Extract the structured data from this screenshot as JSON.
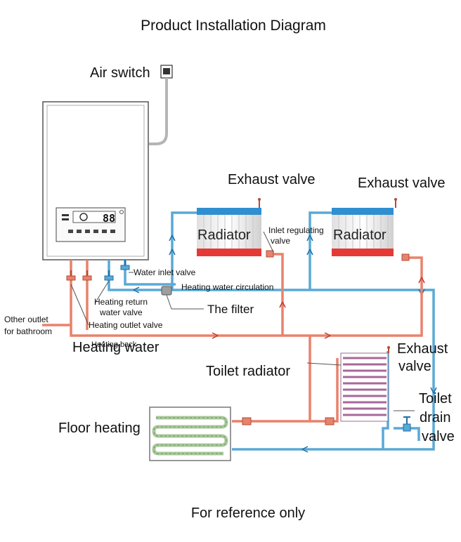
{
  "title": "Product Installation Diagram",
  "footer": "For reference only",
  "display": {
    "digits": "88"
  },
  "labels": {
    "air_switch": "Air switch",
    "exhaust_valve_1": "Exhaust valve",
    "exhaust_valve_2": "Exhaust valve",
    "exhaust_valve_3_line1": "Exhaust",
    "exhaust_valve_3_line2": "valve",
    "radiator_1": "Radiator",
    "radiator_2": "Radiator",
    "inlet_regulating_valve_line1": "Inlet regulating",
    "inlet_regulating_valve_line2": "valve",
    "water_inlet_valve": "Water inlet valve",
    "heating_water_circulation": "Heating water circulation",
    "heating_return_valve_line1": "Heating return",
    "heating_return_valve_line2": "water valve",
    "the_filter": "The filter",
    "other_outlet_line1": "Other outlet",
    "other_outlet_line2": "for bathroom",
    "heating_outlet_valve": "Heating outlet valve",
    "heating_water": "Heating water",
    "heating_back": "Heating back",
    "toilet_radiator": "Toilet radiator",
    "toilet_drain_valve_line1": "Toilet",
    "toilet_drain_valve_line2": "drain",
    "toilet_drain_valve_line3": "valve",
    "floor_heating": "Floor heating"
  },
  "colors": {
    "hot_pipe": "#e8826c",
    "cold_pipe": "#5aa9d6",
    "radiator_top": "#2f8fd0",
    "radiator_bottom": "#e53935",
    "boiler_border": "#555555",
    "floor_coil": "#a8c99a"
  }
}
